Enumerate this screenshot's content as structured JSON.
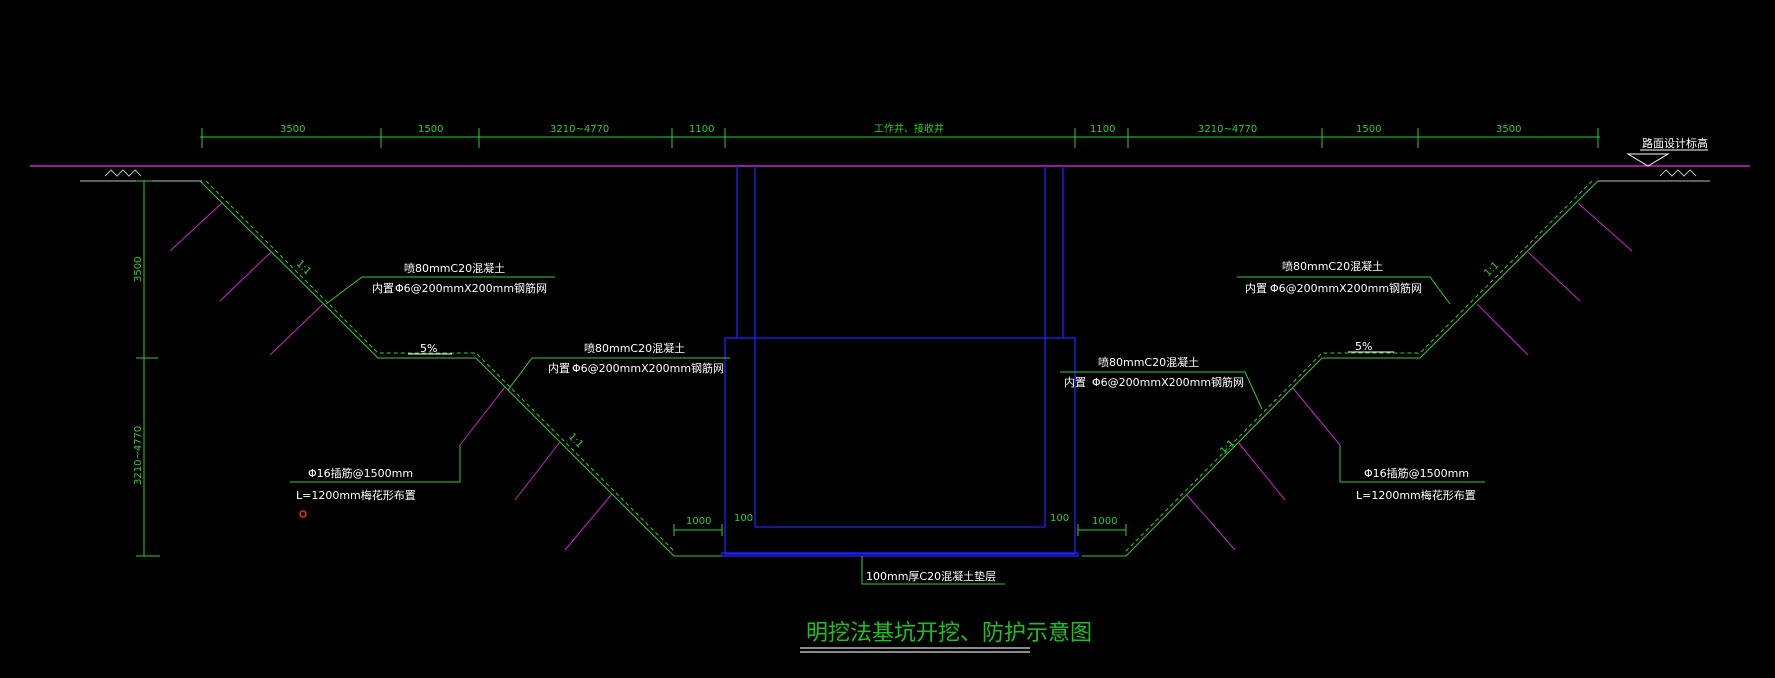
{
  "title": "明挖法基坑开挖、防护示意图",
  "top_dimensions": [
    "3500",
    "1500",
    "3210~4770",
    "1100",
    "工作井、接收井",
    "1100",
    "3210~4770",
    "1500",
    "3500"
  ],
  "road_label": "路面设计标高",
  "depth_dimensions": [
    "3500",
    "3210~4770"
  ],
  "slope_ratio": "1:1",
  "berm_slope": "5%",
  "shotcrete_note": {
    "line1": "喷80mmC20混凝土",
    "line2_prefix": "内置",
    "line2": "Φ6@200mmX200mm钢筋网"
  },
  "anchor_note": {
    "line1": "Φ16插筋@1500mm",
    "line2": "L=1200mm梅花形布置"
  },
  "bottom_dims": {
    "clearance": "1000",
    "wall": "100"
  },
  "cushion_note": "100mm厚C20混凝土垫层",
  "colors": {
    "background": "#000000",
    "dimension": "#2bd12b",
    "slope_protection": "#33cc33",
    "soil_nails": "#cc22cc",
    "road_line": "#cc22cc",
    "shaft": "#2222ff",
    "text": "#ffffff",
    "title": "#19c419"
  }
}
